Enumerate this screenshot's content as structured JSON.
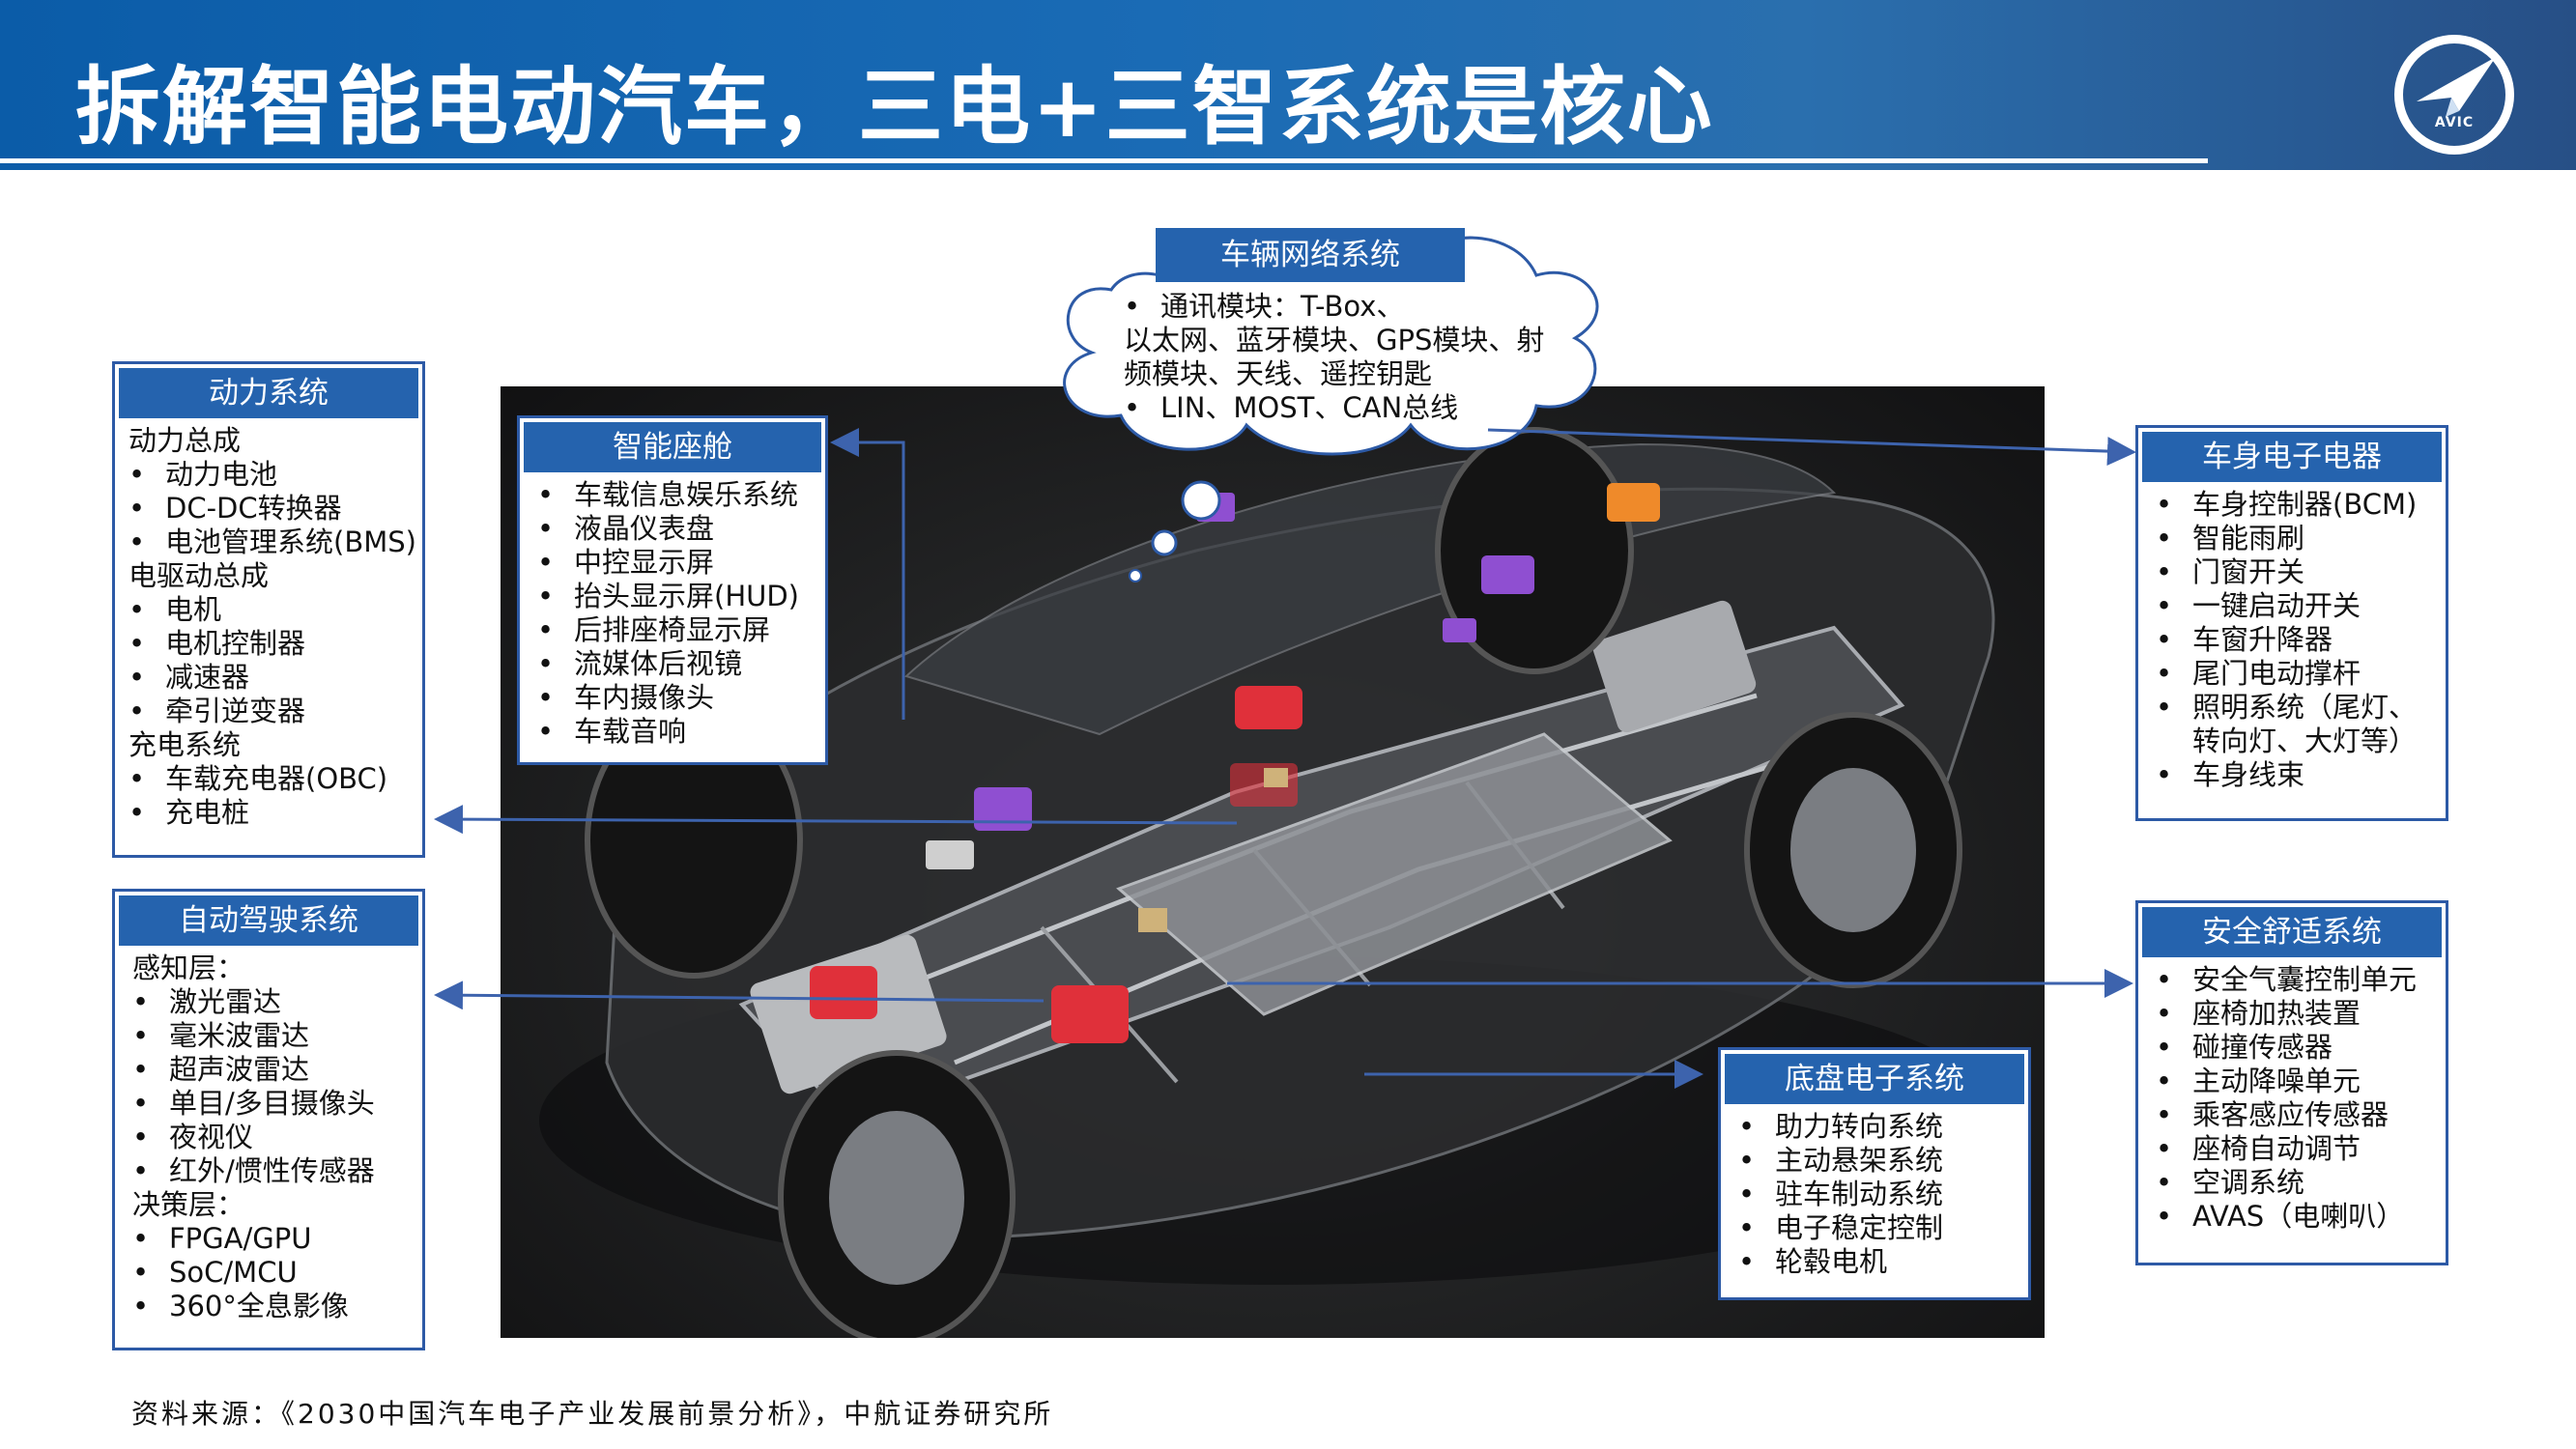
{
  "title": "拆解智能电动汽车，三电+三智系统是核心",
  "logo_text": "AVIC",
  "network": {
    "title": "车辆网络系统",
    "lines": [
      {
        "text": "通讯模块：T-Box、",
        "bullet": true
      },
      {
        "text": "以太网、蓝牙模块、GPS模块、射",
        "bullet": false
      },
      {
        "text": "频模块、天线、遥控钥匙",
        "bullet": false
      },
      {
        "text": "LIN、MOST、CAN总线",
        "bullet": true
      }
    ]
  },
  "power": {
    "title": "动力系统",
    "lines": [
      {
        "text": "动力总成",
        "bullet": false
      },
      {
        "text": "动力电池",
        "bullet": true
      },
      {
        "text": "DC-DC转换器",
        "bullet": true
      },
      {
        "text": "电池管理系统(BMS)",
        "bullet": true
      },
      {
        "text": "电驱动总成",
        "bullet": false
      },
      {
        "text": "电机",
        "bullet": true
      },
      {
        "text": "电机控制器",
        "bullet": true
      },
      {
        "text": "减速器",
        "bullet": true
      },
      {
        "text": "牵引逆变器",
        "bullet": true
      },
      {
        "text": "充电系统",
        "bullet": false
      },
      {
        "text": "车载充电器(OBC)",
        "bullet": true
      },
      {
        "text": "充电桩",
        "bullet": true
      }
    ]
  },
  "cockpit": {
    "title": "智能座舱",
    "lines": [
      {
        "text": "车载信息娱乐系统",
        "bullet": true
      },
      {
        "text": "液晶仪表盘",
        "bullet": true
      },
      {
        "text": "中控显示屏",
        "bullet": true
      },
      {
        "text": "抬头显示屏(HUD)",
        "bullet": true
      },
      {
        "text": "后排座椅显示屏",
        "bullet": true
      },
      {
        "text": "流媒体后视镜",
        "bullet": true
      },
      {
        "text": "车内摄像头",
        "bullet": true
      },
      {
        "text": "车载音响",
        "bullet": true
      }
    ]
  },
  "autodrive": {
    "title": "自动驾驶系统",
    "lines": [
      {
        "text": "感知层：",
        "bullet": false
      },
      {
        "text": "激光雷达",
        "bullet": true
      },
      {
        "text": "毫米波雷达",
        "bullet": true
      },
      {
        "text": "超声波雷达",
        "bullet": true
      },
      {
        "text": "单目/多目摄像头",
        "bullet": true
      },
      {
        "text": "夜视仪",
        "bullet": true
      },
      {
        "text": "红外/惯性传感器",
        "bullet": true
      },
      {
        "text": "决策层：",
        "bullet": false
      },
      {
        "text": "FPGA/GPU",
        "bullet": true
      },
      {
        "text": "SoC/MCU",
        "bullet": true
      },
      {
        "text": "360°全息影像",
        "bullet": true
      }
    ]
  },
  "body_elec": {
    "title": "车身电子电器",
    "lines": [
      {
        "text": "车身控制器(BCM)",
        "bullet": true
      },
      {
        "text": "智能雨刷",
        "bullet": true
      },
      {
        "text": "门窗开关",
        "bullet": true
      },
      {
        "text": "一键启动开关",
        "bullet": true
      },
      {
        "text": "车窗升降器",
        "bullet": true
      },
      {
        "text": "尾门电动撑杆",
        "bullet": true
      },
      {
        "text": "照明系统（尾灯、",
        "bullet": true
      },
      {
        "text": "转向灯、大灯等）",
        "bullet": false,
        "indent": true
      },
      {
        "text": "车身线束",
        "bullet": true
      }
    ]
  },
  "safety": {
    "title": "安全舒适系统",
    "lines": [
      {
        "text": "安全气囊控制单元",
        "bullet": true
      },
      {
        "text": "座椅加热装置",
        "bullet": true
      },
      {
        "text": "碰撞传感器",
        "bullet": true
      },
      {
        "text": "主动降噪单元",
        "bullet": true
      },
      {
        "text": "乘客感应传感器",
        "bullet": true
      },
      {
        "text": "座椅自动调节",
        "bullet": true
      },
      {
        "text": "空调系统",
        "bullet": true
      },
      {
        "text": "AVAS（电喇叭）",
        "bullet": true
      }
    ]
  },
  "chassis": {
    "title": "底盘电子系统",
    "lines": [
      {
        "text": "助力转向系统",
        "bullet": true
      },
      {
        "text": "主动悬架系统",
        "bullet": true
      },
      {
        "text": "驻车制动系统",
        "bullet": true
      },
      {
        "text": "电子稳定控制",
        "bullet": true
      },
      {
        "text": "轮毂电机",
        "bullet": true
      }
    ]
  },
  "source": "资料来源：《2030中国汽车电子产业发展前景分析》，中航证券研究所",
  "colors": {
    "header_blue": "#1a6bb5",
    "box_border": "#2d5aa6",
    "box_head": "#2563ae"
  }
}
